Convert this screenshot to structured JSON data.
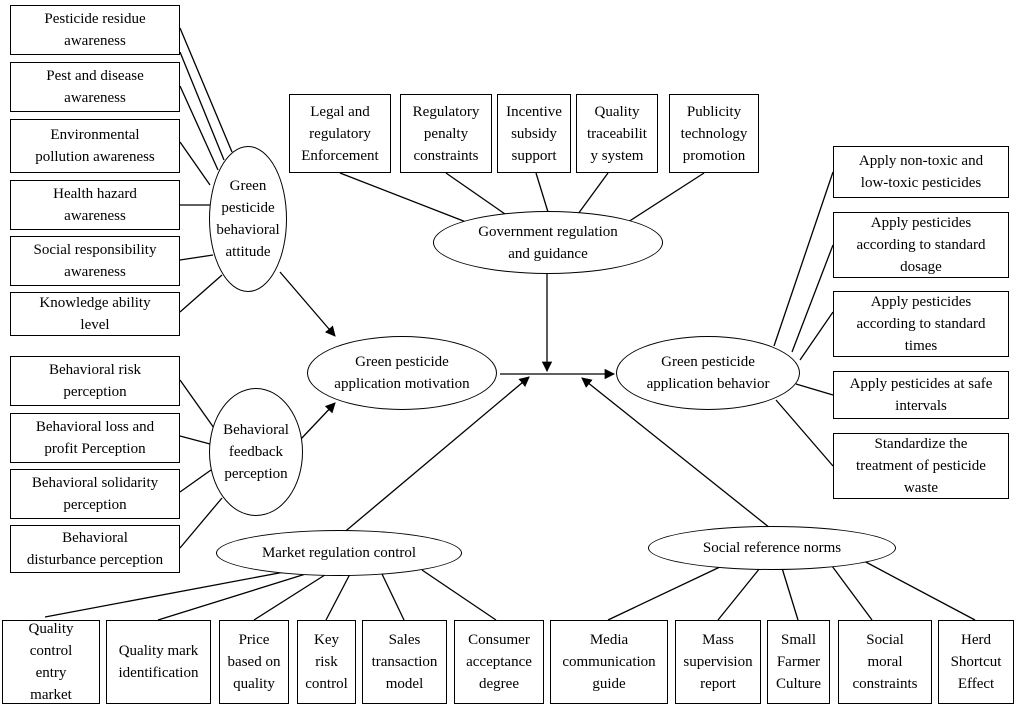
{
  "attitude": {
    "label": "Green\npesticide\nbehavioral\nattitude",
    "factors": [
      "Pesticide residue\nawareness",
      "Pest and disease\nawareness",
      "Environmental\npollution awareness",
      "Health hazard\nawareness",
      "Social responsibility\nawareness",
      "Knowledge ability\nlevel"
    ]
  },
  "feedback": {
    "label": "Behavioral\nfeedback\nperception",
    "factors": [
      "Behavioral risk\nperception",
      "Behavioral loss and\nprofit Perception",
      "Behavioral solidarity\nperception",
      "Behavioral\ndisturbance perception"
    ]
  },
  "government": {
    "label": "Government regulation\nand guidance",
    "factors": [
      "Legal and\nregulatory\nEnforcement",
      "Regulatory\npenalty\nconstraints",
      "Incentive\nsubsidy\nsupport",
      "Quality\ntraceabilit\ny system",
      "Publicity\ntechnology\npromotion"
    ]
  },
  "motivation": {
    "label": "Green pesticide\napplication motivation"
  },
  "behavior": {
    "label": "Green pesticide\napplication behavior",
    "factors": [
      "Apply non-toxic and\nlow-toxic pesticides",
      "Apply pesticides\naccording to standard\ndosage",
      "Apply pesticides\naccording to standard\ntimes",
      "Apply pesticides at safe\nintervals",
      "Standardize the\ntreatment of pesticide\nwaste"
    ]
  },
  "market": {
    "label": "Market regulation control",
    "factors": [
      "Quality\ncontrol\nentry\nmarket",
      "Quality mark\nidentification",
      "Price\nbased on\nquality",
      "Key\nrisk\ncontrol",
      "Sales\ntransaction\nmodel",
      "Consumer\nacceptance\ndegree"
    ]
  },
  "social": {
    "label": "Social reference norms",
    "factors": [
      "Media\ncommunication\nguide",
      "Mass\nsupervision\nreport",
      "Small\nFarmer\nCulture",
      "Social\nmoral\nconstraints",
      "Herd\nShortcut\nEffect"
    ]
  }
}
